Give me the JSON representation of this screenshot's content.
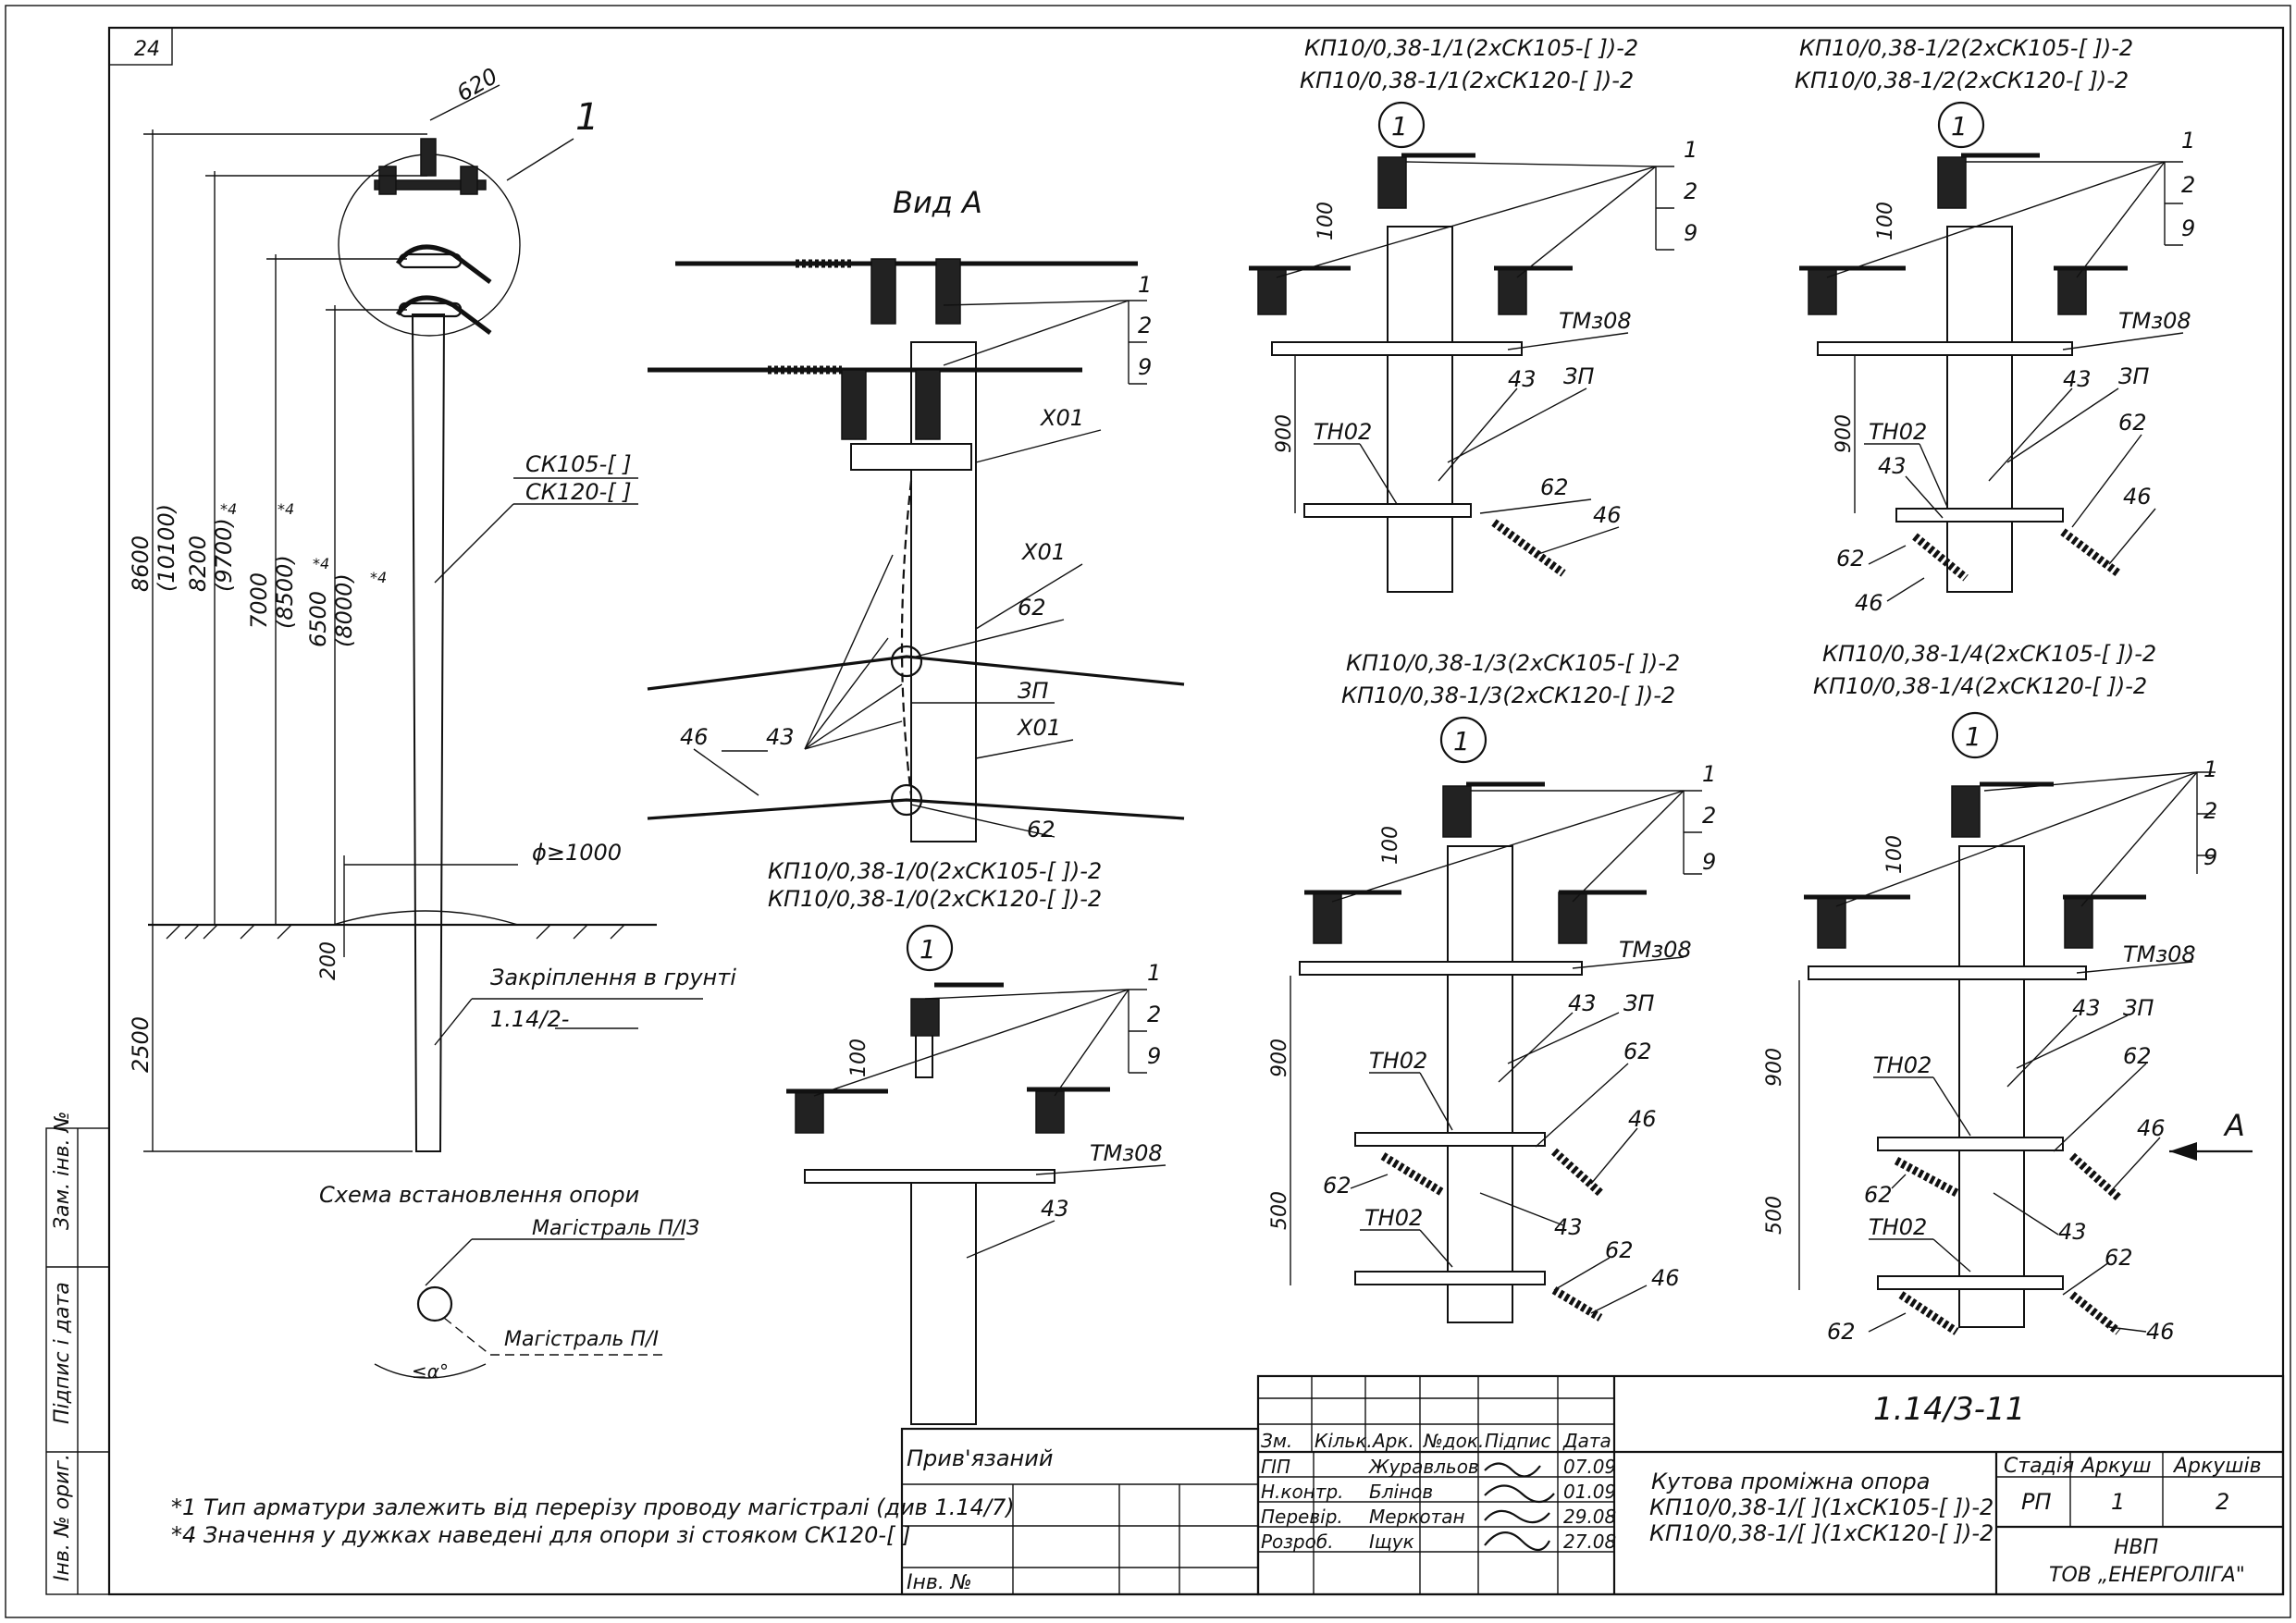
{
  "sheet_number": "24",
  "main_view": {
    "callout": "1",
    "dim_top": "620",
    "dims": [
      {
        "main": "8600",
        "alt": "(10100)",
        "mark": "*4"
      },
      {
        "main": "8200",
        "alt": "(9700)",
        "mark": "*4"
      },
      {
        "main": "7000",
        "alt": "(8500)",
        "mark": "*4"
      },
      {
        "main": "6500",
        "alt": "(8000)",
        "mark": "*4"
      }
    ],
    "dim_ground": "2500",
    "dim_200": "200",
    "diameter": "ϕ≥1000",
    "pole_label_1": "СК105-[   ]",
    "pole_label_2": "СК120-[   ]",
    "ground_fix_label": "Закріплення в грунті",
    "ground_fix_ref": "1.14/2-"
  },
  "scheme": {
    "title": "Схема встановлення опори",
    "line1": "Магістраль П/ІЗ",
    "line2": "Магістраль П/І",
    "angle": "≤α°"
  },
  "view_a": {
    "title": "Вид А",
    "labels": {
      "l1": "1",
      "l2": "2",
      "l9": "9",
      "x01a": "Х01",
      "x01b": "Х01",
      "x01c": "Х01",
      "n62a": "62",
      "n62b": "62",
      "n3p": "ЗП",
      "n46": "46",
      "n43": "43"
    }
  },
  "variants": [
    {
      "title1": "КП10/0,38-1/0(2хСК105-[  ])-2",
      "title2": "КП10/0,38-1/0(2хСК120-[  ])-2",
      "circle": "1",
      "d100": "100",
      "tmz": "ТМз08",
      "n43": "43",
      "n1": "1",
      "n2": "2",
      "n9": "9"
    },
    {
      "title1": "КП10/0,38-1/1(2хСК105-[  ])-2",
      "title2": "КП10/0,38-1/1(2хСК120-[  ])-2",
      "circle": "1",
      "d100": "100",
      "d900": "900",
      "tmz": "ТМз08",
      "tn": "ТН02",
      "n43": "43",
      "n3p": "ЗП",
      "n62": "62",
      "n46": "46",
      "n1": "1",
      "n2": "2",
      "n9": "9"
    },
    {
      "title1": "КП10/0,38-1/2(2хСК105-[  ])-2",
      "title2": "КП10/0,38-1/2(2хСК120-[  ])-2",
      "circle": "1",
      "d100": "100",
      "d900": "900",
      "tmz": "ТМз08",
      "tn": "ТН02",
      "n43a": "43",
      "n43b": "43",
      "n3p": "ЗП",
      "n62a": "62",
      "n62b": "62",
      "n46a": "46",
      "n46b": "46",
      "n1": "1",
      "n2": "2",
      "n9": "9"
    },
    {
      "title1": "КП10/0,38-1/3(2хСК105-[  ])-2",
      "title2": "КП10/0,38-1/3(2хСК120-[  ])-2",
      "circle": "1",
      "d100": "100",
      "d900": "900",
      "d500": "500",
      "tmz": "ТМз08",
      "tn1": "ТН02",
      "tn2": "ТН02",
      "n43a": "43",
      "n43b": "43",
      "n3p": "ЗП",
      "n62a": "62",
      "n62b": "62",
      "n62c": "62",
      "n46a": "46",
      "n46b": "46",
      "n1": "1",
      "n2": "2",
      "n9": "9"
    },
    {
      "title1": "КП10/0,38-1/4(2хСК105-[  ])-2",
      "title2": "КП10/0,38-1/4(2хСК120-[  ])-2",
      "circle": "1",
      "d100": "100",
      "d900": "900",
      "d500": "500",
      "tmz": "ТМз08",
      "tn1": "ТН02",
      "tn2": "ТН02",
      "n43a": "43",
      "n43b": "43",
      "n3p": "ЗП",
      "n62a": "62",
      "n62b": "62",
      "n62c": "62",
      "n62d": "62",
      "n46a": "46",
      "n46b": "46",
      "n1": "1",
      "n2": "2",
      "n9": "9",
      "arrow": "А"
    }
  ],
  "notes": [
    "*1 Тип арматури залежить від перерізу проводу магістралі (див 1.14/7)",
    "*4 Значення у дужках наведені для опори зі стояком СК120-[  ]"
  ],
  "side_stamp": [
    "Зам. інв. №",
    "Підпис і дата",
    "Інв. № ориг."
  ],
  "title_block": {
    "doc_code": "1.14/3-11",
    "privyazany": "Прив'язаний",
    "inv": "Інв. №",
    "headers": [
      "Зм.",
      "Кільк.",
      "Арк.",
      "№док.",
      "Підпис",
      "Дата"
    ],
    "rows": [
      {
        "role": "ГІП",
        "name": "Журавльов",
        "date": "07.09"
      },
      {
        "role": "Н.контр.",
        "name": "Блінов",
        "date": "01.09"
      },
      {
        "role": "Перевір.",
        "name": "Меркотан",
        "date": "29.08"
      },
      {
        "role": "Розроб.",
        "name": "Іщук",
        "date": "27.08"
      }
    ],
    "desc1": "Кутова проміжна опора",
    "desc2": "КП10/0,38-1/[  ](1хСК105-[  ])-2",
    "desc3": "КП10/0,38-1/[  ](1хСК120-[  ])-2",
    "stage_h": "Стадія",
    "sheet_h": "Аркуш",
    "sheets_h": "Аркушів",
    "stage": "РП",
    "sheet": "1",
    "sheets": "2",
    "org1": "НВП",
    "org2": "ТОВ „ЕНЕРГОЛІГА\""
  }
}
